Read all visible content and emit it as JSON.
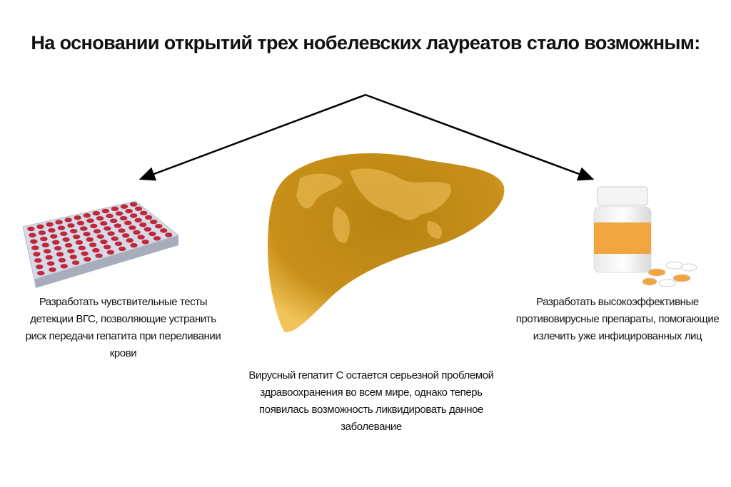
{
  "title": "На основании открытий трех нобелевских лауреатов стало возможным:",
  "left_caption": "Разработать чувствительные тесты детекции ВГС, позволяющие устранить риск передачи гепатита при переливании крови",
  "right_caption": "Разработать высокоэффективные противовирусные препараты, помогающие излечить уже инфицированных лиц",
  "center_caption": "Вирусный гепатит С остается серьезной проблемой здравоохранения во всем мире, однако теперь появилась возможность ликвидировать данное заболевание",
  "colors": {
    "liver": "#c8901a",
    "bottle_label": "#f0a640",
    "plate_well": "#c0283a"
  }
}
